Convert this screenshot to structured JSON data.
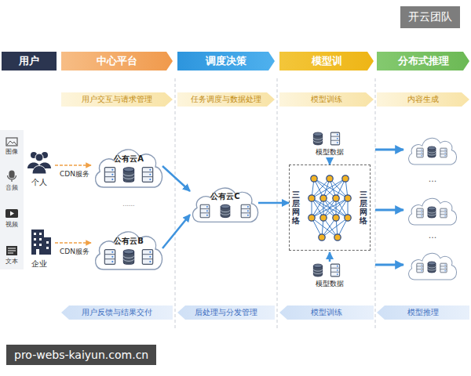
{
  "diagram": {
    "nodes": [
      {
        "text": [
          "用户"
        ]
      },
      {
        "text": [
          "中心平台"
        ]
      },
      {
        "text": [
          "调度决策"
        ]
      },
      {
        "text": [
          "模型训"
        ]
      },
      {
        "text": [
          "分布式推理"
        ]
      },
      {
        "text": [
          "用户交互与请求管理"
        ]
      },
      {
        "text": [
          "任务调度与数据处理"
        ]
      },
      {
        "text": [
          "模型训练"
        ]
      },
      {
        "text": [
          "内容生成"
        ]
      },
      {
        "text": [
          "公有云A"
        ]
      },
      {
        "text": [
          "公有云B"
        ]
      },
      {
        "text": [
          "公有云C"
        ]
      },
      {
        "text": [
          "三层网络",
          "三层网络"
        ]
      },
      {
        "text": [
          "用户反馈与结果交付"
        ]
      },
      {
        "text": [
          "后处理与分发管理"
        ]
      },
      {
        "text": [
          "模型训练"
        ]
      },
      {
        "text": [
          "模型推理"
        ]
      }
    ],
    "edges": [
      {
        "from": 9,
        "to": 11,
        "arrow": "to"
      },
      {
        "from": 10,
        "to": 11,
        "arrow": "to"
      },
      {
        "from": 11,
        "to": 12,
        "arrow": "to"
      }
    ],
    "labels": [
      "开云团队",
      "图像",
      "音频",
      "视频",
      "文本",
      "个人",
      "企业",
      "CDN服务",
      "CDN服务",
      "......",
      "模型数据",
      "模型数据",
      "...",
      "...",
      "pro-webs-kaiyun.com.cn"
    ]
  }
}
